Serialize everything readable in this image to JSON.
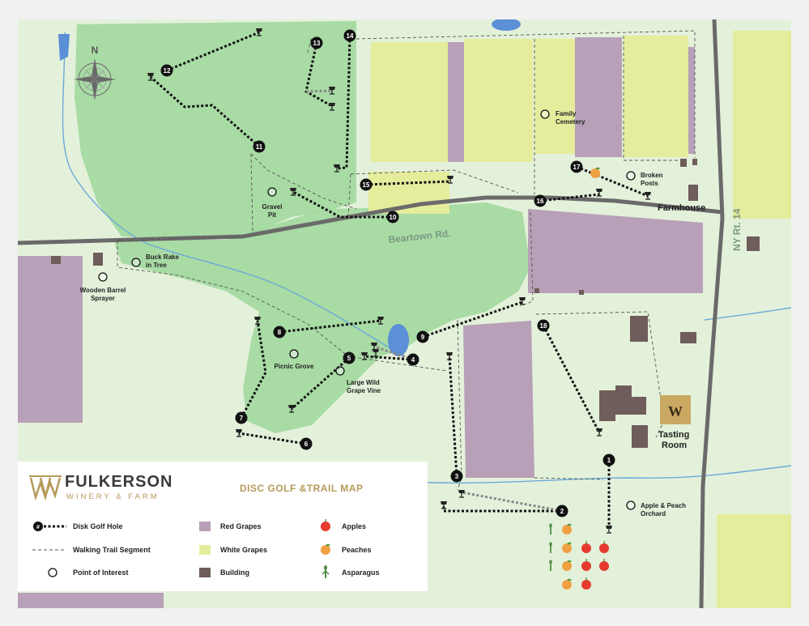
{
  "colors": {
    "background": "#e3f1da",
    "woods": "#9fd79b",
    "red_grapes": "#b8a0b8",
    "white_grapes": "#e5ec9c",
    "building": "#6e5d5a",
    "road": "#6a6a6a",
    "stream": "#6aaad8",
    "pond": "#5b8fd6",
    "hole": "#111111",
    "brand_gold": "#b59a5a",
    "apple": "#e63a2e",
    "peach": "#f0a043",
    "asparagus": "#4f8f45"
  },
  "compass": {
    "letter": "N"
  },
  "roads": {
    "beartown": "Beartown Rd.",
    "route14": "NY Rt. 14"
  },
  "points_of_interest": [
    {
      "id": "family-cemetery",
      "lines": [
        "Family",
        "Cemetery"
      ]
    },
    {
      "id": "broken-posts",
      "lines": [
        "Broken",
        "Posts"
      ]
    },
    {
      "id": "gravel-pit",
      "lines": [
        "Gravel",
        "Pit"
      ]
    },
    {
      "id": "buck-rake",
      "lines": [
        "Buck Rake",
        "in Tree"
      ]
    },
    {
      "id": "wooden-barrel",
      "lines": [
        "Wooden Barrel",
        "Sprayer"
      ]
    },
    {
      "id": "picnic-grove",
      "lines": [
        "Picnic Grove"
      ]
    },
    {
      "id": "grape-vine",
      "lines": [
        "Large Wild",
        "Grape Vine"
      ]
    },
    {
      "id": "orchard",
      "lines": [
        "Apple & Peach",
        "Orchard"
      ]
    }
  ],
  "places": {
    "farmhouse": "Farmhouse",
    "tasting_room": [
      "Tasting",
      "Room"
    ]
  },
  "holes": [
    "1",
    "2",
    "3",
    "4",
    "5",
    "6",
    "7",
    "8",
    "9",
    "10",
    "11",
    "12",
    "13",
    "14",
    "15",
    "16",
    "17",
    "18"
  ],
  "legend": {
    "brand_name": "FULKERSON",
    "brand_sub": "WINERY & FARM",
    "title": "DISC GOLF &TRAIL MAP",
    "hole_symbol": "#",
    "items": {
      "disc_golf_hole": "Disk Golf Hole",
      "walking_trail": "Walking Trail Segment",
      "point_of_interest": "Point of Interest",
      "red_grapes": "Red Grapes",
      "white_grapes": "White Grapes",
      "building": "Building",
      "apples": "Apples",
      "peaches": "Peaches",
      "asparagus": "Asparagus"
    }
  }
}
